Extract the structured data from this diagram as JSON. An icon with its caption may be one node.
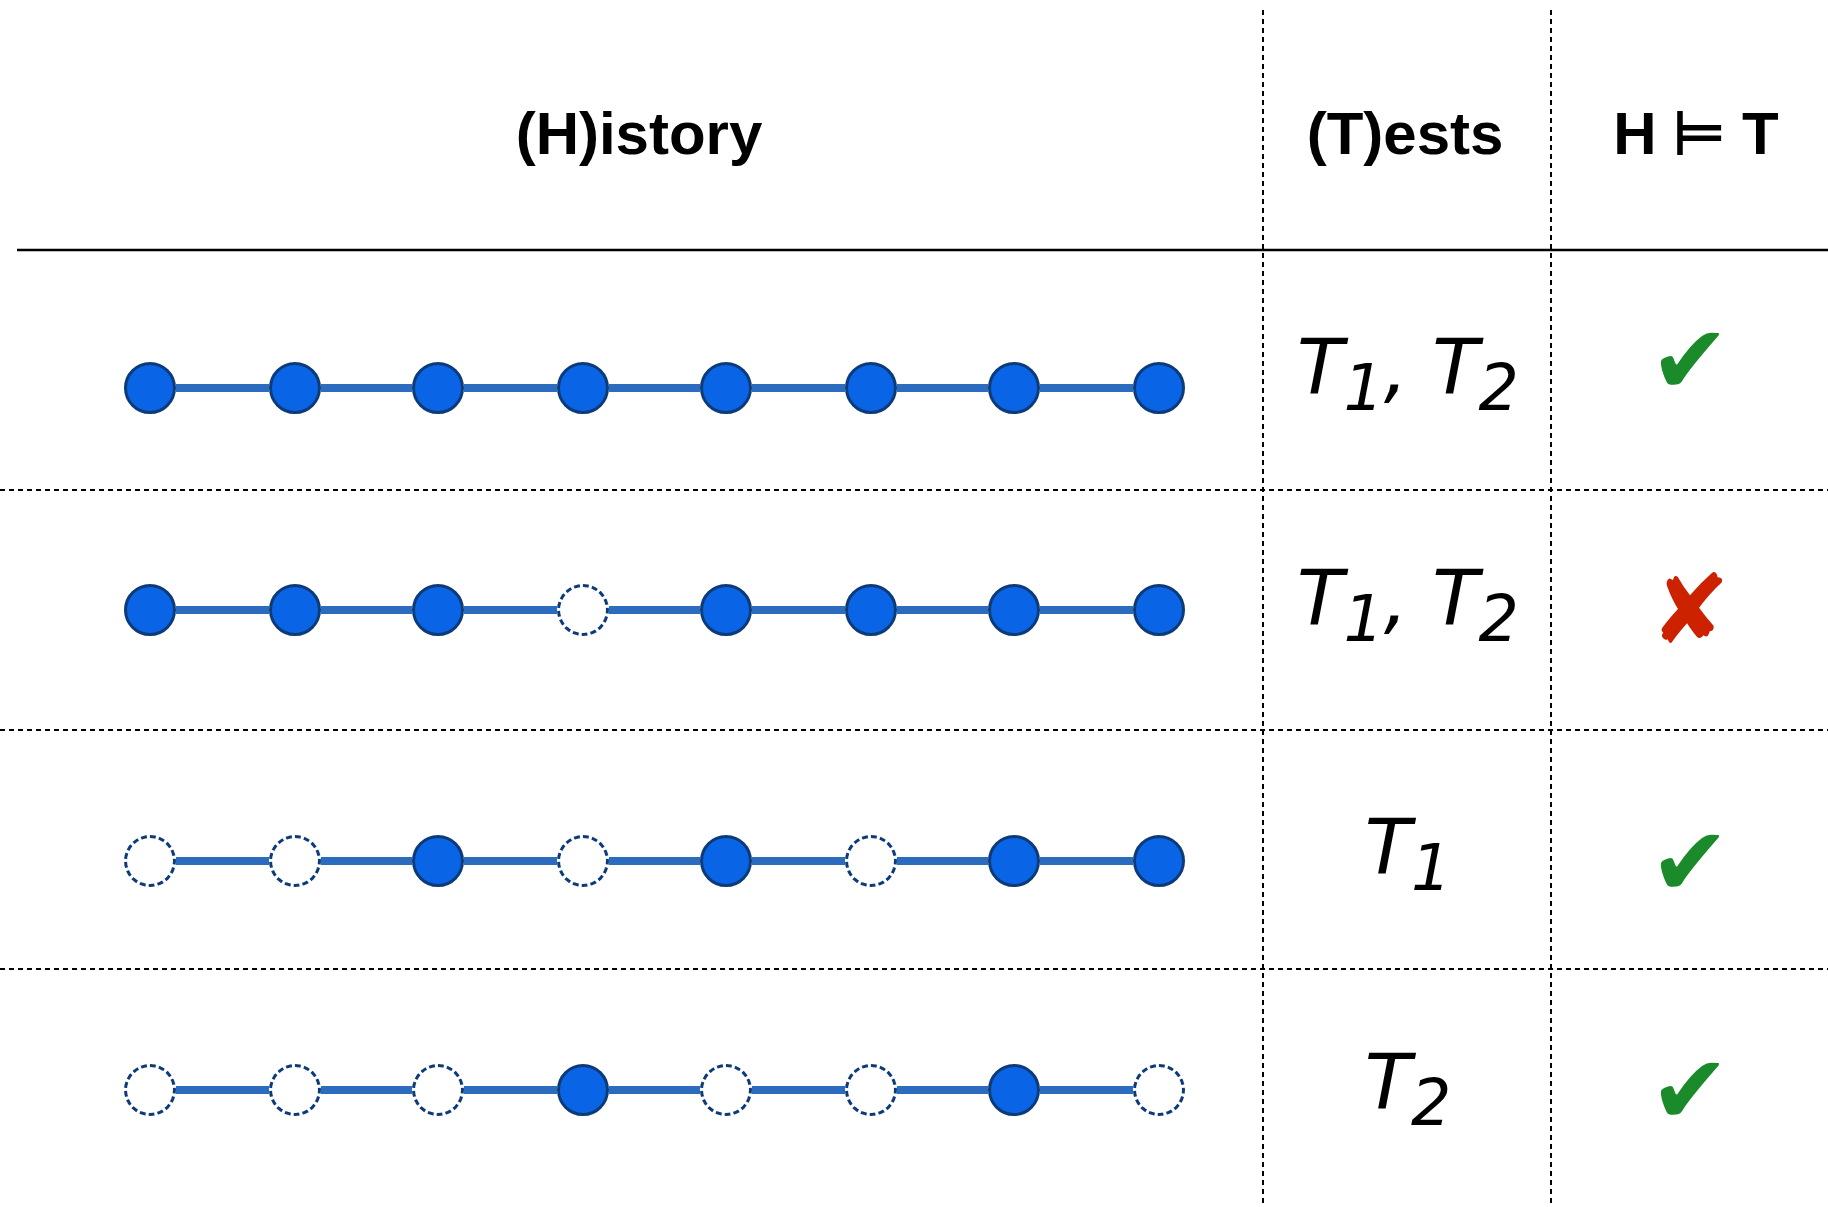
{
  "diagram": {
    "nodes": [
      {
        "text": [],
        "shape": "circle"
      },
      {
        "text": [],
        "shape": "circle"
      },
      {
        "text": [],
        "shape": "circle"
      },
      {
        "text": [],
        "shape": "circle"
      },
      {
        "text": [],
        "shape": "circle"
      },
      {
        "text": [],
        "shape": "circle"
      },
      {
        "text": [],
        "shape": "circle"
      },
      {
        "text": [],
        "shape": "circle"
      },
      {
        "text": [],
        "shape": "circle"
      },
      {
        "text": [],
        "shape": "circle"
      },
      {
        "text": [],
        "shape": "circle"
      },
      {
        "text": [],
        "shape": "ring"
      },
      {
        "text": [],
        "shape": "circle"
      },
      {
        "text": [],
        "shape": "circle"
      },
      {
        "text": [],
        "shape": "circle"
      },
      {
        "text": [],
        "shape": "circle"
      },
      {
        "text": [],
        "shape": "ring"
      },
      {
        "text": [],
        "shape": "ring"
      },
      {
        "text": [],
        "shape": "circle"
      },
      {
        "text": [],
        "shape": "ring"
      },
      {
        "text": [],
        "shape": "circle"
      },
      {
        "text": [],
        "shape": "ring"
      },
      {
        "text": [],
        "shape": "circle"
      },
      {
        "text": [],
        "shape": "circle"
      },
      {
        "text": [],
        "shape": "ring"
      },
      {
        "text": [],
        "shape": "ring"
      },
      {
        "text": [],
        "shape": "ring"
      },
      {
        "text": [],
        "shape": "circle"
      },
      {
        "text": [],
        "shape": "ring"
      },
      {
        "text": [],
        "shape": "ring"
      },
      {
        "text": [],
        "shape": "circle"
      },
      {
        "text": [],
        "shape": "ring"
      }
    ],
    "edges": [
      {
        "from": 0,
        "to": 1,
        "arrow": "none"
      },
      {
        "from": 1,
        "to": 2,
        "arrow": "none"
      },
      {
        "from": 2,
        "to": 3,
        "arrow": "none"
      },
      {
        "from": 3,
        "to": 4,
        "arrow": "none"
      },
      {
        "from": 4,
        "to": 5,
        "arrow": "none"
      },
      {
        "from": 5,
        "to": 6,
        "arrow": "none"
      },
      {
        "from": 6,
        "to": 7,
        "arrow": "none"
      },
      {
        "from": 8,
        "to": 9,
        "arrow": "none"
      },
      {
        "from": 9,
        "to": 10,
        "arrow": "none"
      },
      {
        "from": 10,
        "to": 11,
        "arrow": "none"
      },
      {
        "from": 11,
        "to": 12,
        "arrow": "none"
      },
      {
        "from": 12,
        "to": 13,
        "arrow": "none"
      },
      {
        "from": 13,
        "to": 14,
        "arrow": "none"
      },
      {
        "from": 14,
        "to": 15,
        "arrow": "none"
      },
      {
        "from": 16,
        "to": 17,
        "arrow": "none"
      },
      {
        "from": 17,
        "to": 18,
        "arrow": "none"
      },
      {
        "from": 18,
        "to": 19,
        "arrow": "none"
      },
      {
        "from": 19,
        "to": 20,
        "arrow": "none"
      },
      {
        "from": 20,
        "to": 21,
        "arrow": "none"
      },
      {
        "from": 21,
        "to": 22,
        "arrow": "none"
      },
      {
        "from": 22,
        "to": 23,
        "arrow": "none"
      },
      {
        "from": 24,
        "to": 25,
        "arrow": "none"
      },
      {
        "from": 25,
        "to": 26,
        "arrow": "none"
      },
      {
        "from": 26,
        "to": 27,
        "arrow": "none"
      },
      {
        "from": 27,
        "to": 28,
        "arrow": "none"
      },
      {
        "from": 28,
        "to": 29,
        "arrow": "none"
      },
      {
        "from": 29,
        "to": 30,
        "arrow": "none"
      },
      {
        "from": 30,
        "to": 31,
        "arrow": "none"
      }
    ],
    "labels": [
      "(H)istory",
      "(T)ests",
      "H ⊨ T",
      "T$_{1}$, T$_{2}$",
      "✔",
      "T$_{1}$, T$_{2}$",
      "✘",
      "T$_{1}$",
      "✔",
      "T$_{2}$",
      "✔"
    ]
  }
}
